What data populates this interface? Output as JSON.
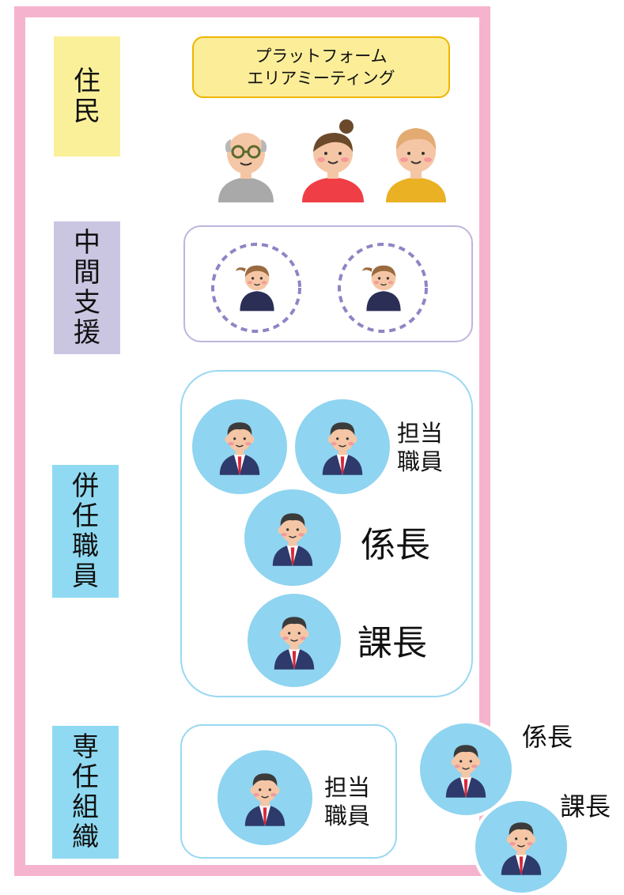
{
  "sections": {
    "residents": {
      "label": [
        "住",
        "民"
      ],
      "color": "#fbf09a"
    },
    "intermediate_support": {
      "label": [
        "中",
        "間",
        "支",
        "援"
      ],
      "color": "#cac6e2"
    },
    "concurrent_staff": {
      "label": [
        "併",
        "任",
        "職",
        "員"
      ],
      "color": "#8fdaf2"
    },
    "dedicated_org": {
      "label": [
        "専",
        "任",
        "組",
        "織"
      ],
      "color": "#8fdaf2"
    }
  },
  "meeting": {
    "line1": "プラットフォーム",
    "line2": "エリアミーティング"
  },
  "roles": {
    "staff_line1": "担当",
    "staff_line2": "職員",
    "chief": "係長",
    "section_manager": "課長"
  },
  "colors": {
    "frame": "#f5b3ce",
    "staff_circle": "#8fd4f0",
    "support_box_border": "#bdb6dc",
    "staff_box_border": "#9ad8f2",
    "dashed_ring": "#8f84c4"
  },
  "icons": {
    "residents": [
      "elderly-man-icon",
      "woman-red-icon",
      "man-yellow-icon"
    ],
    "supporters": [
      "supporter-icon",
      "supporter-icon"
    ],
    "staff": "businessman-icon"
  }
}
